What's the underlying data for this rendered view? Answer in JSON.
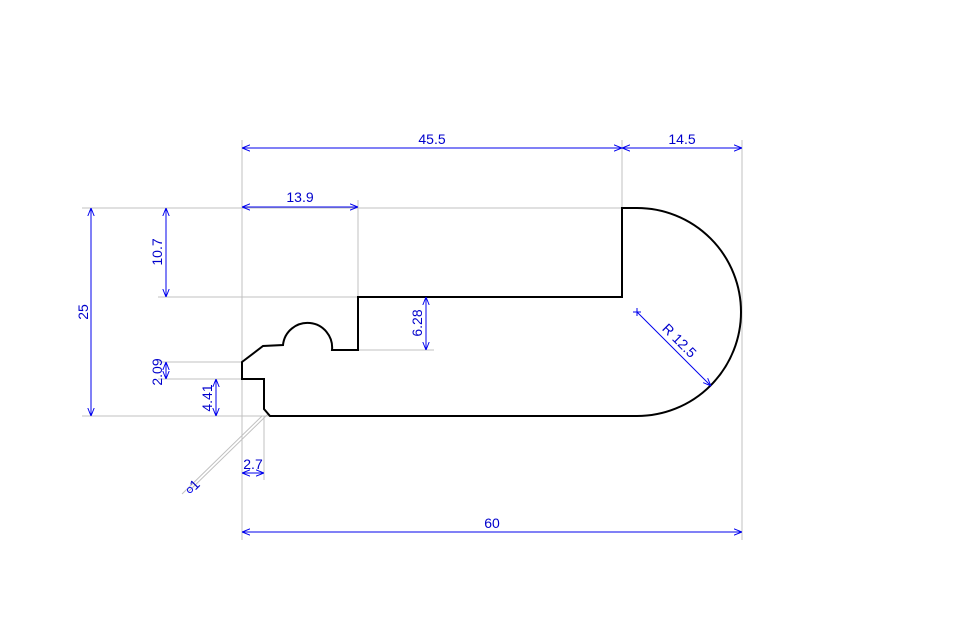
{
  "drawing": {
    "dimensions": {
      "top_left_width": "45.5",
      "top_right_width": "14.5",
      "step_width": "13.9",
      "total_height": "25",
      "upper_height": "10.7",
      "step_height": "6.28",
      "chamfer_height": "2.09",
      "lower_height": "4.41",
      "notch_width": "2.7",
      "total_width": "60",
      "radius": "R 12.5",
      "leader_note": "1"
    },
    "colors": {
      "dimension": "#0000ee",
      "outline": "#000000",
      "extension": "#c0c0c0"
    }
  }
}
